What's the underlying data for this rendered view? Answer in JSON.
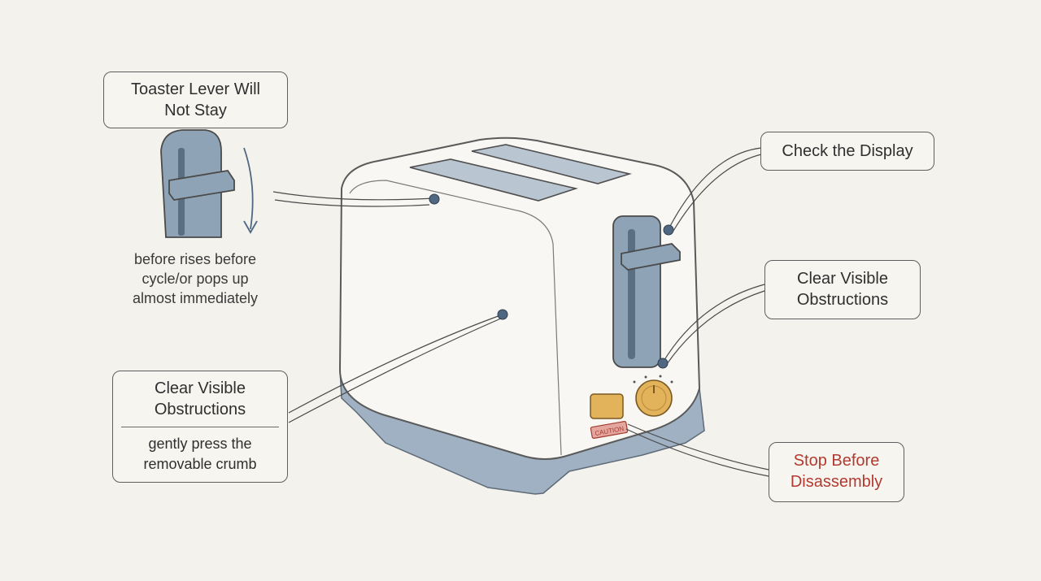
{
  "callouts": {
    "lever": {
      "label": "Toaster Lever Will\nNot Stay"
    },
    "display": {
      "label": "Check the Display"
    },
    "clear_right": {
      "label": "Clear Visible\nObstructions"
    },
    "clear_left": {
      "label": "Clear Visible\nObstructions",
      "detail": "gently press the\nremovable crumb"
    },
    "stop": {
      "label": "Stop Before\nDisassembly"
    }
  },
  "lever_note": "before rises before\ncycle/or pops up\nalmost immediately",
  "caution_tag": "CAUTION",
  "colors": {
    "background": "#f4f2ec",
    "outline": "#5e5e5e",
    "toaster_body": "#f8f7f3",
    "toaster_base": "#9fb1c2",
    "lever_blue": "#8fa3b6",
    "knob_gold": "#e2b35a",
    "caution_red": "#b23a30",
    "marker_dot": "#4f6780"
  },
  "icons": [
    "lever-detail-icon",
    "down-arrow-icon",
    "toaster-illustration",
    "browning-knob-icon",
    "button-icon"
  ]
}
